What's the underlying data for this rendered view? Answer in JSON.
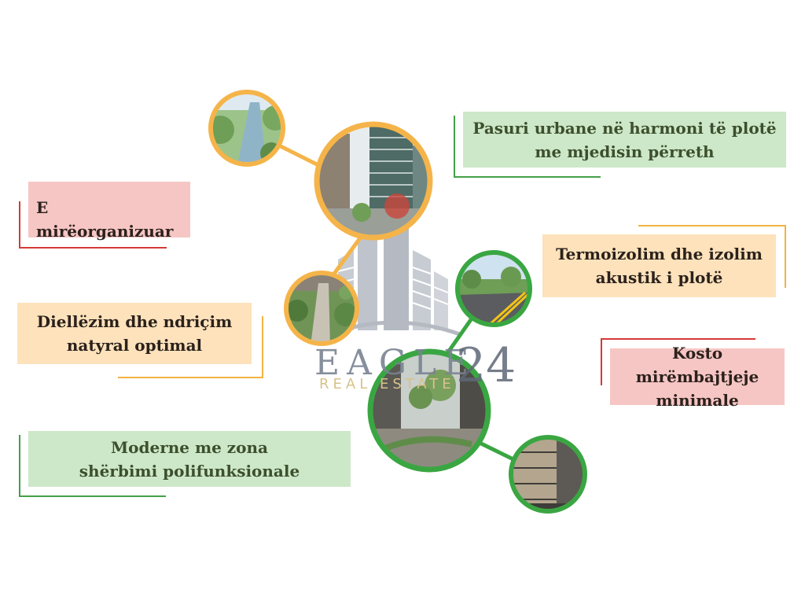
{
  "features": {
    "urban": "Pasuri urbane në harmoni të plotë me mjedisin përreth",
    "organized": "E mirëorganizuar",
    "insulation": "Termoizolim dhe izolim akustik i plotë",
    "sunlight": "Diellëzim dhe ndriçim natyral optimal",
    "maintenance": "Kosto mirëmbajtjeje minimale",
    "services": "Moderne me zona shërbimi polifunksionale"
  },
  "logo": {
    "name": "EAGLE",
    "number": "24",
    "tagline": "REAL ESTATE"
  },
  "colors": {
    "orange_ring": "#f5b449",
    "green_ring": "#3aa642",
    "green_box": "#cde8c8",
    "red_box": "#f6c6c4",
    "peach_box": "#fde2bb",
    "red_line": "#d43a35",
    "green_line": "#43a047",
    "orange_line": "#f2b340"
  },
  "icons": {
    "photo_1": "canal-landscape-photo",
    "photo_2": "apartment-towers-photo",
    "photo_3": "courtyard-garden-photo",
    "photo_4": "road-street-photo",
    "photo_5": "plaza-trees-photo",
    "photo_6": "building-facade-photo"
  }
}
